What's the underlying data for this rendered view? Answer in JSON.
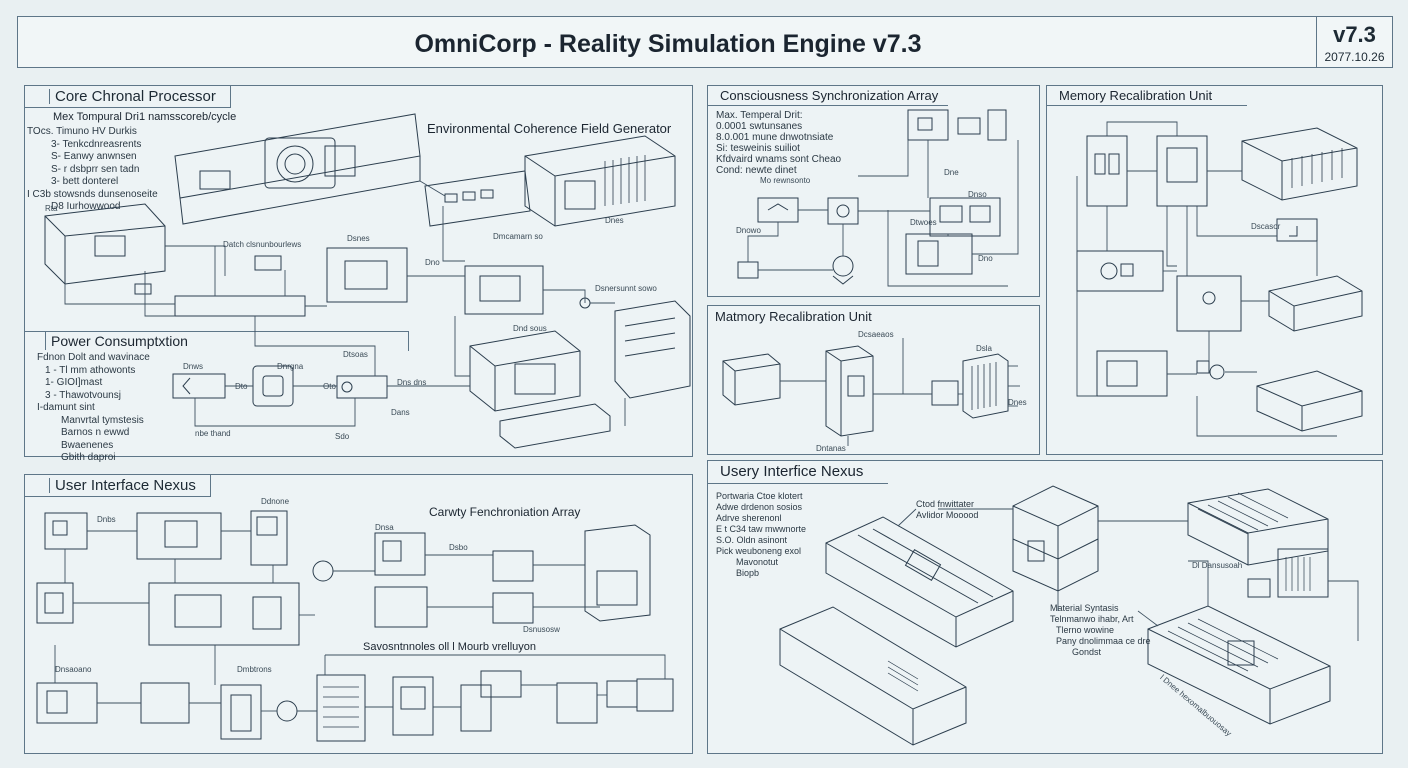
{
  "header": {
    "title": "OmniCorp - Reality Simulation Engine v7.3",
    "version": "v7.3",
    "date": "2077.10.26"
  },
  "panels": {
    "core": {
      "title": "Core Chronal Processor",
      "spec": "Mex Tompural Dri1 namsscoreb/cycle",
      "notes": [
        "TOcs. Timuno HV Durkis",
        "3- Tenkcdnreasrents",
        "S- Eanwy anwnsen",
        "S- r dsbprr sen tadn",
        "3- bett donterel",
        "I C3b stowsnds dunsenoseite",
        "D8 Iurhowwood"
      ],
      "env_label": "Environmental Coherence Field Generator",
      "labels": [
        "Datch clsnunbourlews",
        "Dsnes",
        "Dmcamarn so",
        "Dsnersunnt sowo",
        "Dno",
        "Dnd sous",
        "Rta",
        "Dtsoas",
        "Dnes"
      ]
    },
    "power": {
      "title": "Power Consumptxtion",
      "notes": [
        "Fdnon Dolt and wavinace",
        "1 - Tl mm athowonts",
        "1- GIOI]mast",
        "3 - Thawotvounsj",
        "I-damunt sint",
        "Manvrtal tymstesis",
        "Barnos n ewwd",
        "Bwaenenes",
        "Gbith daproi"
      ],
      "labels": [
        "Dnws",
        "Dnrgna",
        "Dto",
        "Oto",
        "Dns dns",
        "Dans",
        "Sdo",
        "nbe thand"
      ]
    },
    "consciousness": {
      "title": "Consciousness Synchronization Array",
      "notes": [
        "Max. Temperal Drit:",
        "0.0001 swtunsanes",
        "8.0.001 mune dnwotnsiate",
        "Si: tesweinis suiliot",
        "Kfdvaird wnams sont Cheao",
        "Cond: newte dinet"
      ],
      "labels": [
        "Mo rewnsonto",
        "Dne",
        "Dtwoes",
        "Dnso",
        "Dnowo",
        "Dno"
      ]
    },
    "memory_top": {
      "title": "Memory Recalibration Unit",
      "labels": [
        "Dscasor"
      ]
    },
    "memory_mid": {
      "title": "Matmory Recalibration Unit",
      "labels": [
        "Dcsaeaos",
        "Dsla",
        "Dnes",
        "Dntanas"
      ]
    },
    "ui_left": {
      "title": "User Interface Nexus",
      "sync_label": "Carwty Fenchroniation Array",
      "bottom_label": "Savosntnnoles oll l Mourb vrelluyon",
      "labels": [
        "Dnbs",
        "Ddnone",
        "Dnsa",
        "Dsbo",
        "Dsnusosw",
        "Dmbtrons",
        "Dnsaoano"
      ]
    },
    "ui_right": {
      "title": "Usery Interfice Nexus",
      "notes": [
        "Portwaria Ctoe klotert",
        "Adwe drdenon sosios",
        "Adrve sherenonl",
        "E t C34 taw mwwnorte",
        "S.O. Oldn asinont",
        "Pick weuboneng exol",
        "Mavonotut",
        "Biopb"
      ],
      "callout": [
        "Ctod fnwittater",
        "Avlidor Mooood"
      ],
      "material": [
        "Material Syntasis",
        "Telnmanwo ihabr, Art",
        "Tlerno wowine",
        "Pany dnolimmaa ce dre",
        "Gondst"
      ],
      "labels": [
        "Dl Dansusoah",
        "l Dnee hexomalbuouosay"
      ]
    }
  }
}
